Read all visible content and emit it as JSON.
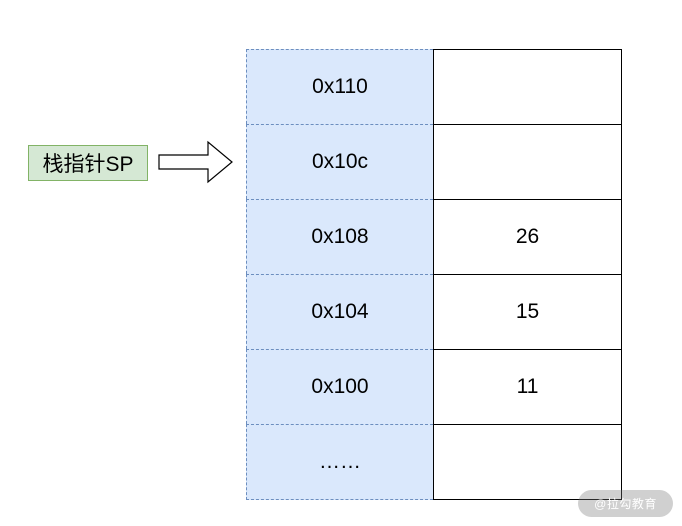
{
  "stack": {
    "rows": [
      {
        "address": "0x110",
        "value": ""
      },
      {
        "address": "0x10c",
        "value": ""
      },
      {
        "address": "0x108",
        "value": "26"
      },
      {
        "address": "0x104",
        "value": "15"
      },
      {
        "address": "0x100",
        "value": "11"
      },
      {
        "address": "……",
        "value": ""
      }
    ]
  },
  "pointer": {
    "label": "栈指针SP",
    "points_to_row": 1
  },
  "watermark": {
    "text": "@拉勾教育"
  },
  "colors": {
    "address_fill": "#dae8fc",
    "address_border": "#6c8ebf",
    "label_fill": "#d5e8d4",
    "label_border": "#82b366"
  }
}
